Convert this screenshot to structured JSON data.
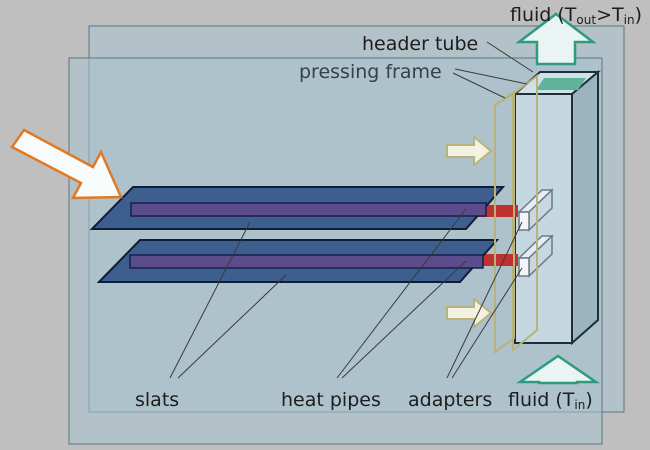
{
  "labels": {
    "fluid_out_prefix": "fluid (T",
    "fluid_out_sub_out": "out",
    "fluid_out_gt": ">T",
    "fluid_out_sub_in": "in",
    "fluid_out_suffix": ")",
    "header_tube": "header tube",
    "pressing_frame": "pressing frame",
    "slats": "slats",
    "heat_pipes": "heat pipes",
    "adapters": "adapters",
    "fluid_in_prefix": "fluid (T",
    "fluid_in_sub": "in",
    "fluid_in_suffix": ")"
  },
  "colors": {
    "background": "#bfbfbf",
    "panel": "#a9c3cf",
    "slat_fill": "#3d5f8f",
    "slat_inner": "#5b4d8c",
    "heat_pipe_red": "#c0322f",
    "frame_stroke": "#b8b37a",
    "fluid_arrow": "#2e9a82",
    "sun_arrow_stroke": "#e07a24"
  }
}
